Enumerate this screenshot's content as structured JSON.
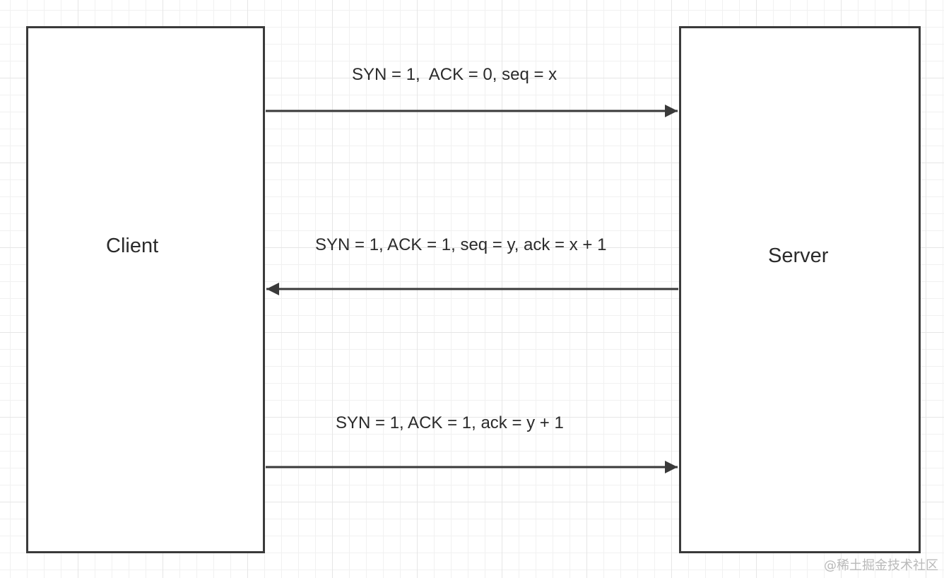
{
  "diagram": {
    "nodes": {
      "client": {
        "label": "Client"
      },
      "server": {
        "label": "Server"
      }
    },
    "edges": [
      {
        "from": "client",
        "to": "server",
        "label": "SYN = 1,  ACK = 0, seq = x"
      },
      {
        "from": "server",
        "to": "client",
        "label": "SYN = 1, ACK = 1, seq = y, ack = x + 1"
      },
      {
        "from": "client",
        "to": "server",
        "label": "SYN = 1, ACK = 1, ack = y + 1"
      }
    ],
    "colors": {
      "stroke": "#3a3a3a",
      "text": "#2b2b2b",
      "grid": "#e6e6e6"
    }
  },
  "watermark": "@稀土掘金技术社区"
}
